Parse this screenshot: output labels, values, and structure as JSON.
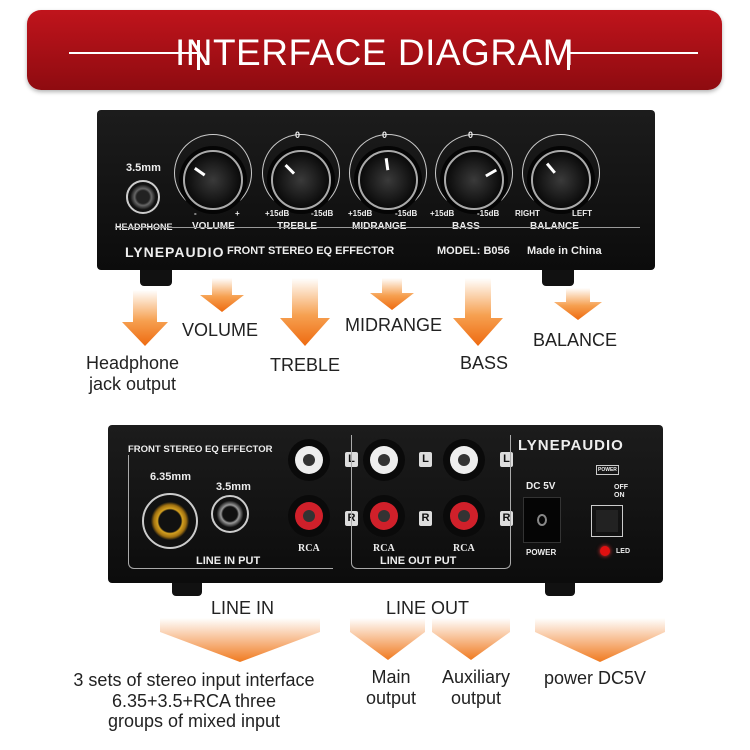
{
  "banner": {
    "title": "INTERFACE DIAGRAM"
  },
  "front": {
    "jack_size": "3.5mm",
    "section_labels": [
      "HEADPHONE",
      "VOLUME",
      "TREBLE",
      "MIDRANGE",
      "BASS",
      "BALANCE"
    ],
    "knob_ranges": [
      [
        "-",
        "+"
      ],
      [
        "+15dB",
        "-15dB"
      ],
      [
        "+15dB",
        "-15dB"
      ],
      [
        "+15dB",
        "-15dB"
      ],
      [
        "RIGHT",
        "LEFT"
      ]
    ],
    "zero_mark": "0",
    "brand": "LYNEPAUDIO",
    "product": "FRONT STEREO EQ EFFECTOR",
    "model": "MODEL:  B056",
    "origin": "Made in China"
  },
  "front_callouts": {
    "headphone": "Headphone jack output",
    "volume": "VOLUME",
    "treble": "TREBLE",
    "midrange": "MIDRANGE",
    "bass": "BASS",
    "balance": "BALANCE"
  },
  "back": {
    "product": "FRONT STEREO EQ EFFECTOR",
    "brand": "LYNEPAUDIO",
    "jack_large": "6.35mm",
    "jack_small": "3.5mm",
    "rca": "RCA",
    "left": "L",
    "right": "R",
    "line_in": "LINE IN PUT",
    "line_out": "LINE OUT PUT",
    "dc": "DC 5V",
    "power": "POWER",
    "power_icon_label": "POWER",
    "off": "OFF",
    "on": "ON",
    "led": "LED"
  },
  "back_callouts": {
    "line_in": "LINE IN",
    "line_out": "LINE OUT",
    "input_desc": [
      "3 sets of stereo input interface",
      "6.35+3.5+RCA three",
      "groups of mixed input"
    ],
    "main_output": "Main output",
    "aux_output": "Auxiliary output",
    "power": "power DC5V"
  },
  "colors": {
    "banner": "#a8121a",
    "arrow": "#f07a20",
    "panel": "#141414",
    "rca_red": "#d0202a",
    "led": "#e01010"
  }
}
